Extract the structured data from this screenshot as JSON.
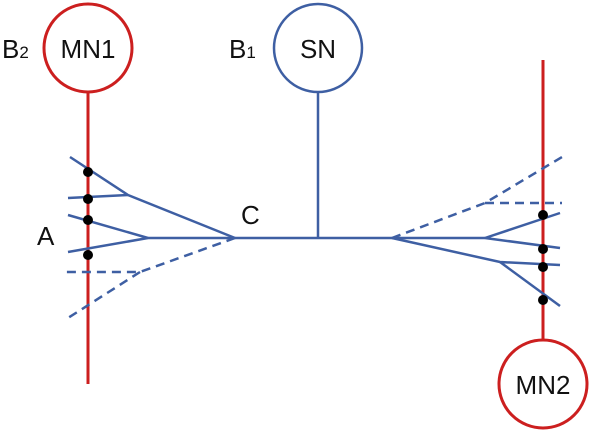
{
  "labels": {
    "mn1": "MN1",
    "sn": "SN",
    "mn2": "MN2",
    "b2_letter": "B",
    "b2_sub": "2",
    "b1_letter": "B",
    "b1_sub": "1",
    "point_a": "A",
    "point_c": "C"
  },
  "colors": {
    "motor_neuron": "#cc1f1f",
    "sensory_neuron": "#3e5fa3",
    "synapse_dot": "#000000"
  }
}
